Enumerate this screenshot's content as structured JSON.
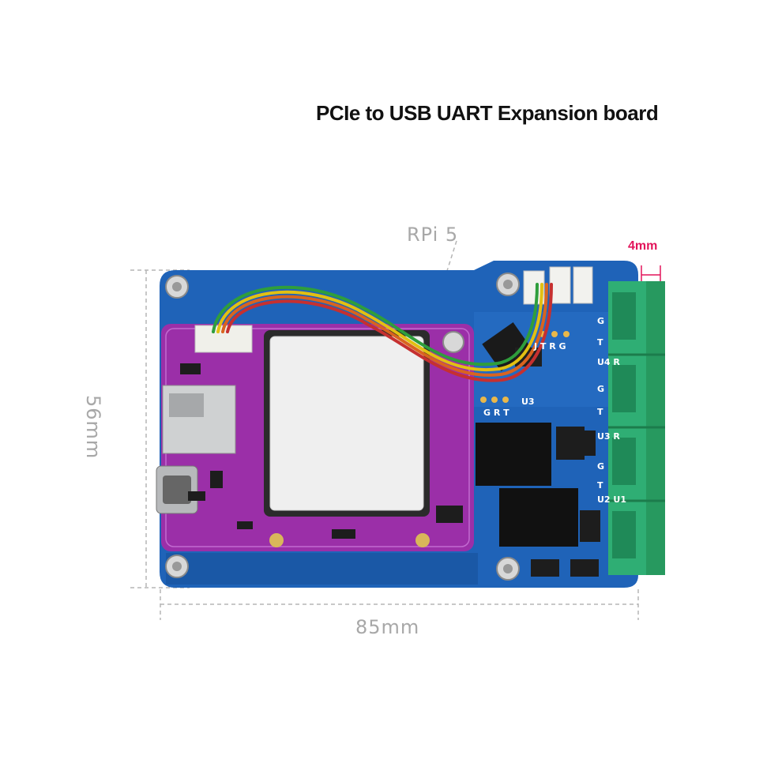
{
  "title": "PCIe to USB UART Expansion board",
  "dimensions": {
    "top_label": "RPi 5",
    "width_label": "85mm",
    "height_label": "56mm",
    "terminal_label": "4mm"
  },
  "silkscreen": {
    "header_top": "J  T  R  G",
    "u3_pins": "G  R  T",
    "u3": "U3",
    "side_labels": [
      "G",
      "T",
      "U4 R",
      "G",
      "T",
      "U3 R",
      "G",
      "T",
      "U2 U1"
    ]
  },
  "colors": {
    "base_pcb": "#1f63b8",
    "module_pcb": "#9b2fa8",
    "terminal": "#2fae74",
    "dimension": "#a8a8a8",
    "accent": "#e2145a"
  }
}
